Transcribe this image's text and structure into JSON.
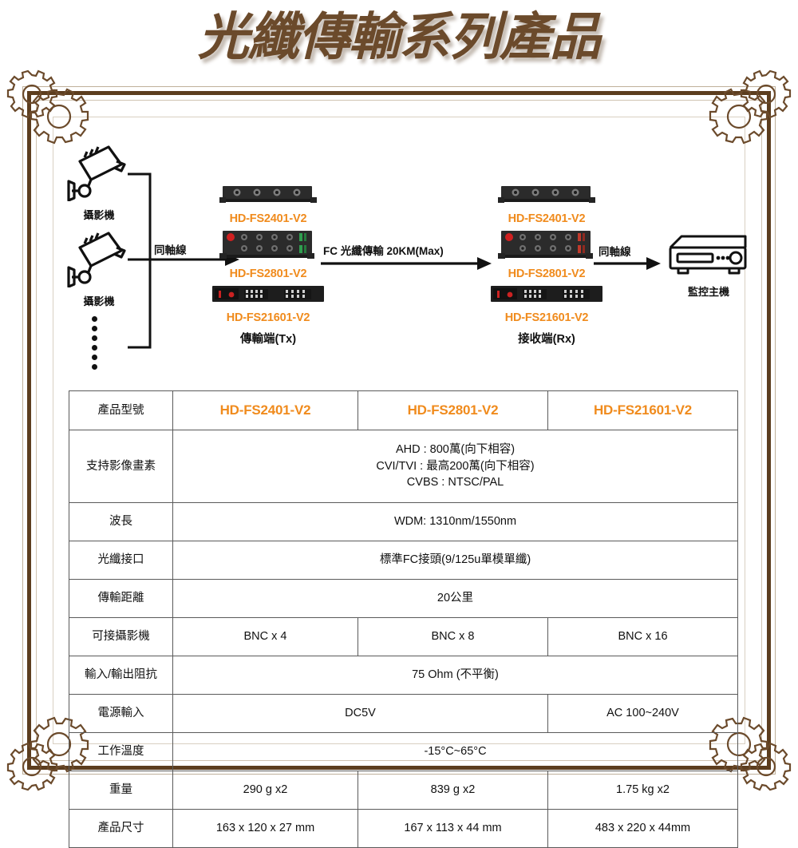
{
  "title": "光纖傳輸系列產品",
  "theme": {
    "accent_orange": "#F08B1D",
    "frame_brown": "#5C3D1E",
    "frame_light": "#CFC3B1",
    "title_brown": "#6B4A2B",
    "text_black": "#111111"
  },
  "diagram": {
    "camera_top_label": "攝影機",
    "camera_bottom_label": "攝影機",
    "ellipsis_dots": 6,
    "coax_left_label": "同軸線",
    "fiber_link_label": "FC 光纖傳輸 20KM(Max)",
    "coax_right_label": "同軸線",
    "dvr_label": "監控主機",
    "tx": {
      "end_label": "傳輸端(Tx)",
      "devices": [
        {
          "model": "HD-FS2401-V2",
          "icon": "media-converter-4ch-icon"
        },
        {
          "model": "HD-FS2801-V2",
          "icon": "media-converter-8ch-icon"
        },
        {
          "model": "HD-FS21601-V2",
          "icon": "rack-converter-16ch-icon"
        }
      ]
    },
    "rx": {
      "end_label": "接收端(Rx)",
      "devices": [
        {
          "model": "HD-FS2401-V2",
          "icon": "media-converter-4ch-icon"
        },
        {
          "model": "HD-FS2801-V2",
          "icon": "media-converter-8ch-icon"
        },
        {
          "model": "HD-FS21601-V2",
          "icon": "rack-converter-16ch-icon"
        }
      ]
    }
  },
  "spec_table": {
    "header": {
      "label": "產品型號",
      "models": [
        "HD-FS2401-V2",
        "HD-FS2801-V2",
        "HD-FS21601-V2"
      ]
    },
    "rows": [
      {
        "label": "支持影像畫素",
        "span": 3,
        "lines": [
          "AHD : 800萬(向下相容)",
          "CVI/TVI : 最高200萬(向下相容)",
          "CVBS : NTSC/PAL"
        ]
      },
      {
        "label": "波長",
        "span": 3,
        "lines": [
          "WDM: 1310nm/1550nm"
        ]
      },
      {
        "label": "光纖接口",
        "span": 3,
        "lines": [
          "標準FC接頭(9/125u單模單纖)"
        ]
      },
      {
        "label": "傳輸距離",
        "span": 3,
        "lines": [
          "20公里"
        ]
      },
      {
        "label": "可接攝影機",
        "span": 1,
        "values": [
          "BNC x 4",
          "BNC x 8",
          "BNC x 16"
        ]
      },
      {
        "label": "輸入/輸出阻抗",
        "span": 3,
        "lines": [
          "75 Ohm (不平衡)"
        ]
      },
      {
        "label": "電源輸入",
        "span": 2,
        "values": [
          "DC5V",
          "AC 100~240V"
        ]
      },
      {
        "label": "工作溫度",
        "span": 3,
        "lines": [
          "-15°C~65°C"
        ]
      },
      {
        "label": "重量",
        "span": 1,
        "values": [
          "290 g x2",
          "839 g x2",
          "1.75 kg x2"
        ]
      },
      {
        "label": "產品尺寸",
        "span": 1,
        "values": [
          "163 x 120 x 27 mm",
          "167 x 113 x 44 mm",
          "483 x 220 x 44mm"
        ]
      }
    ]
  }
}
